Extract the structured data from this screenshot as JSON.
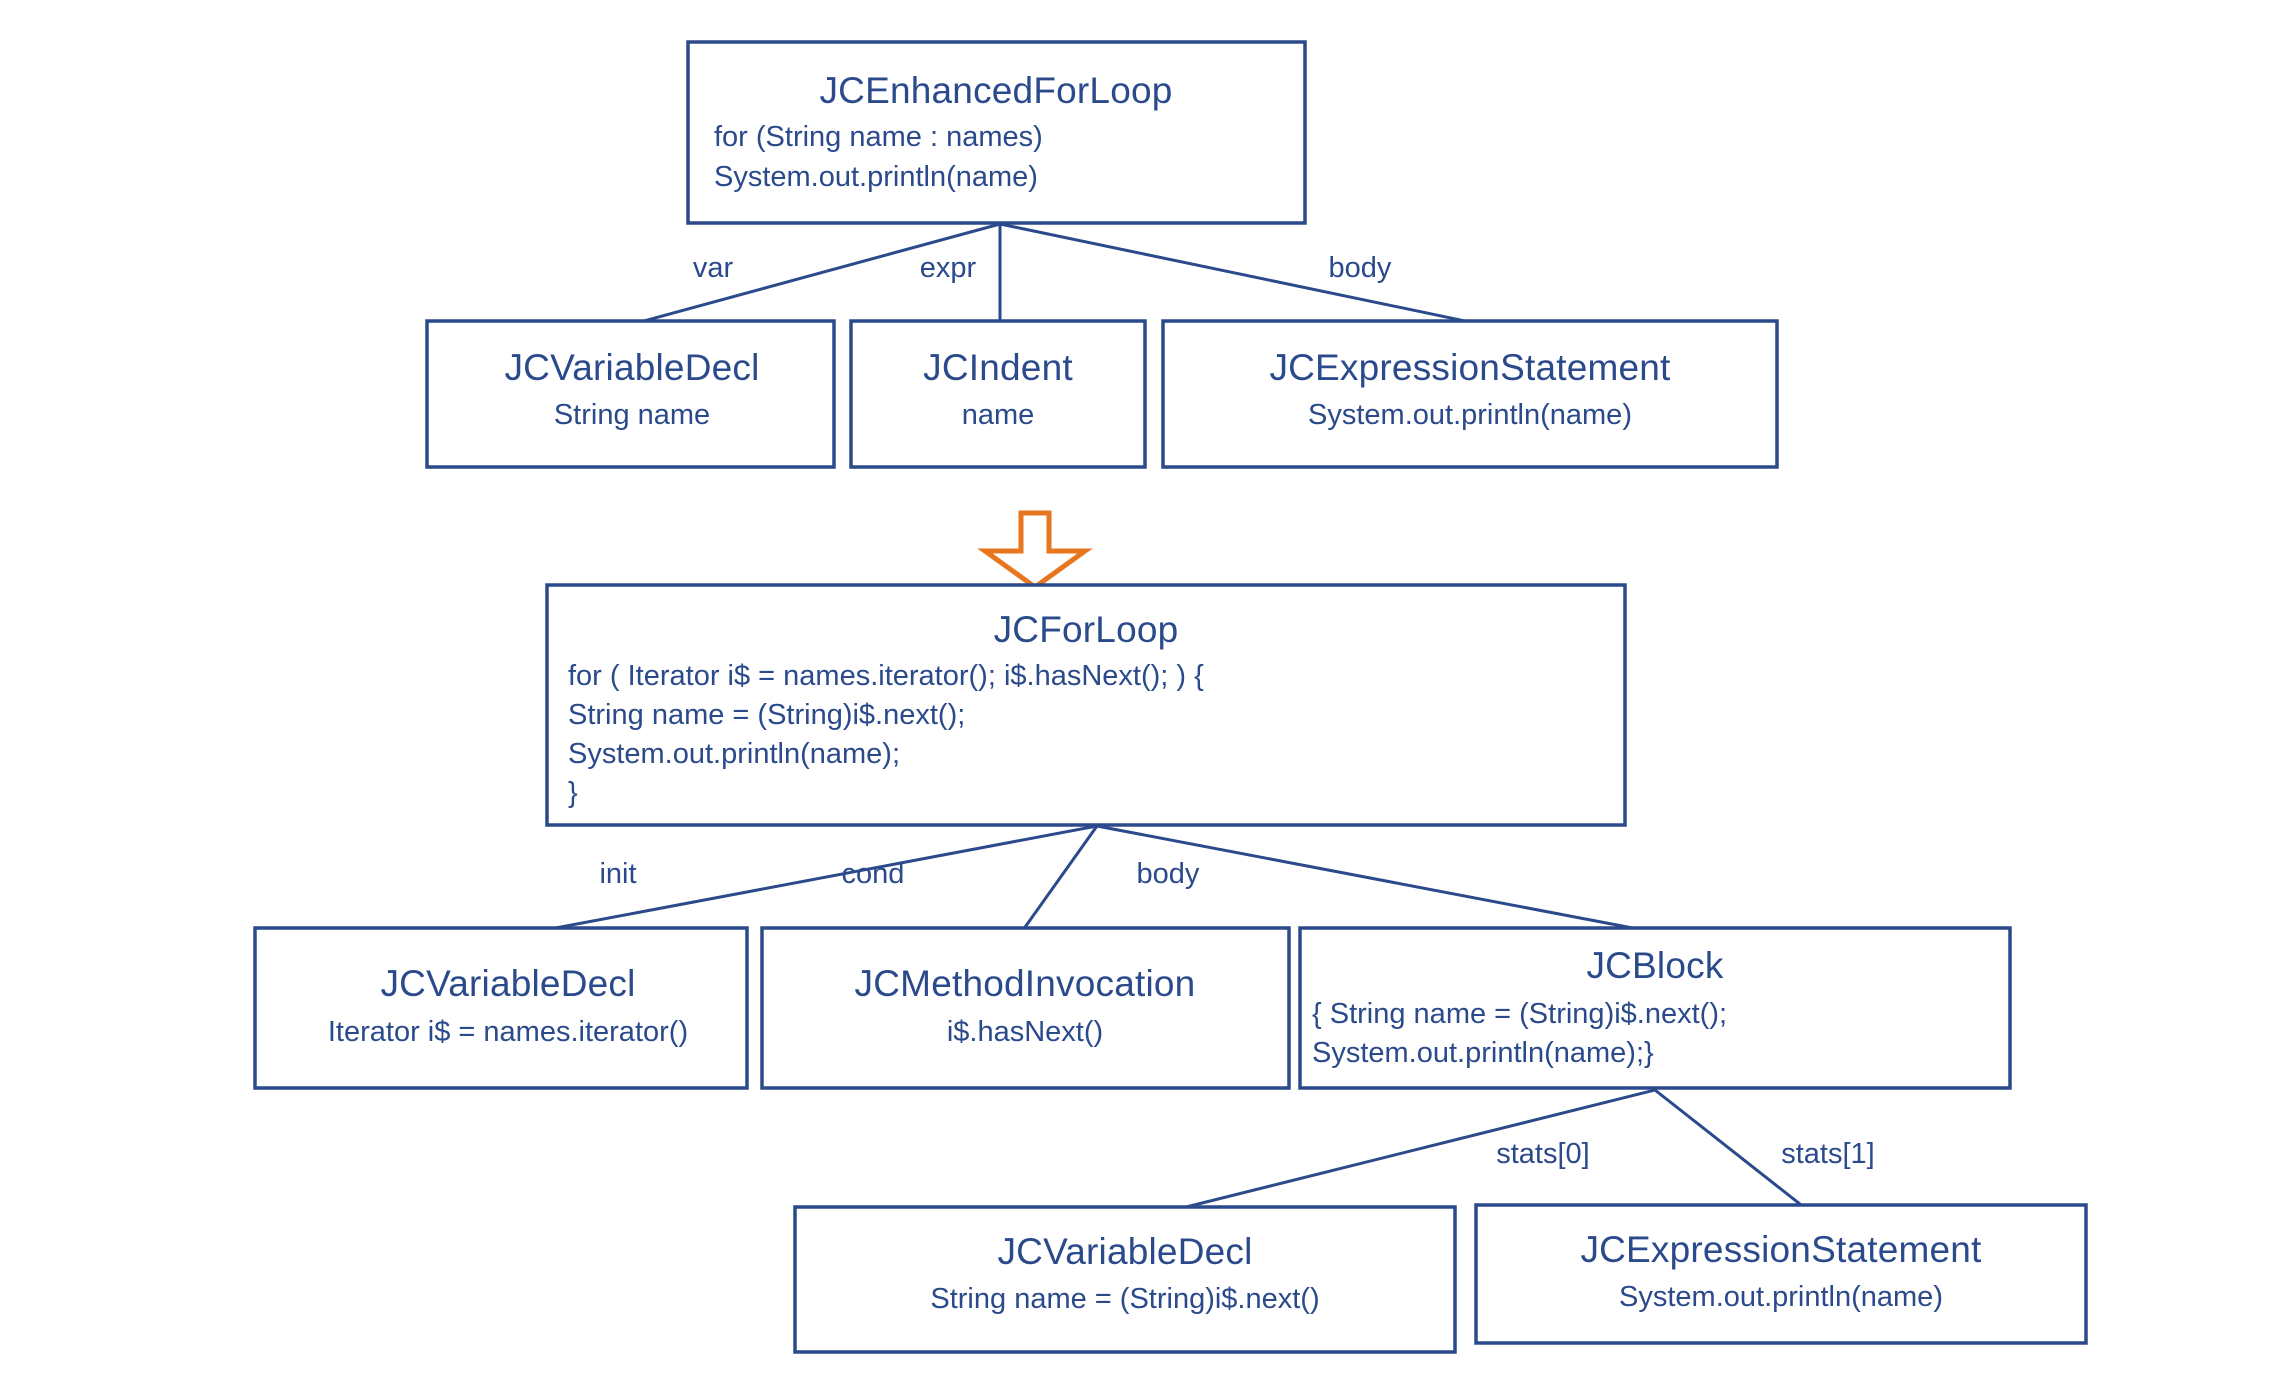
{
  "diagram": {
    "title": "Java AST desugaring of enhanced for loop",
    "colors": {
      "node_stroke": "#2b4a8b",
      "text": "#2b4a8b",
      "arrow": "#e8761f",
      "background": "#ffffff"
    },
    "transform_arrow": {
      "icon": "down-arrow-icon",
      "direction": "down",
      "color": "#e8761f"
    },
    "upper_tree": {
      "root": {
        "title": "JCEnhancedForLoop",
        "code": [
          "for (String name : names)",
          "      System.out.println(name)"
        ]
      },
      "edge_labels": [
        "var",
        "expr",
        "body"
      ],
      "children": [
        {
          "title": "JCVariableDecl",
          "code": [
            "String name"
          ]
        },
        {
          "title": "JCIndent",
          "code": [
            "name"
          ]
        },
        {
          "title": "JCExpressionStatement",
          "code": [
            "System.out.println(name)"
          ]
        }
      ]
    },
    "lower_tree": {
      "root": {
        "title": "JCForLoop",
        "code": [
          "for ( Iterator i$ = names.iterator(); i$.hasNext(); ) {",
          "      String name = (String)i$.next();",
          "      System.out.println(name);",
          "}"
        ]
      },
      "edge_labels": [
        "init",
        "cond",
        "body"
      ],
      "children": [
        {
          "title": "JCVariableDecl",
          "code": [
            "Iterator i$ = names.iterator()"
          ]
        },
        {
          "title": "JCMethodInvocation",
          "code": [
            "i$.hasNext()"
          ]
        },
        {
          "title": "JCBlock",
          "code": [
            "{ String name = (String)i$.next();",
            "     System.out.println(name);}"
          ]
        }
      ],
      "block_edge_labels": [
        "stats[0]",
        "stats[1]"
      ],
      "block_children": [
        {
          "title": "JCVariableDecl",
          "code": [
            "String name = (String)i$.next()"
          ]
        },
        {
          "title": "JCExpressionStatement",
          "code": [
            "System.out.println(name)"
          ]
        }
      ]
    }
  }
}
